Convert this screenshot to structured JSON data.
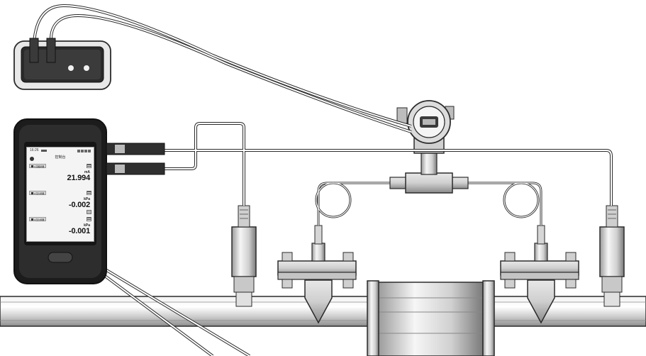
{
  "device": {
    "status_time": "16:26",
    "title": "控制台",
    "channels": [
      {
        "tag": "1 回路测量",
        "unit": "mA",
        "value": "21.994"
      },
      {
        "tag": "2 压力测量",
        "unit": "kPa",
        "value": "-0.002"
      },
      {
        "tag": "3 压力测量",
        "unit": "kPa",
        "value": "-0.001"
      }
    ]
  },
  "colors": {
    "outline": "#2b2b2b",
    "device_body": "#1c1c1c",
    "metal_light": "#e6e6e6",
    "metal_mid": "#b4b4b4",
    "metal_dark": "#6a6a6a"
  }
}
